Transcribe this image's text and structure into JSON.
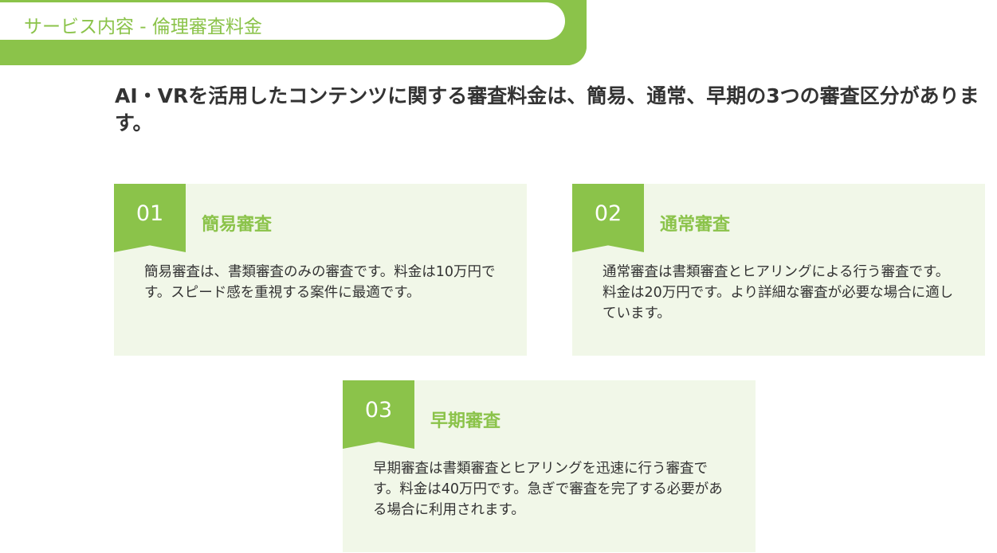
{
  "header": {
    "title": "サービス内容 - 倫理審査料金"
  },
  "lead": "AI・VRを活用したコンテンツに関する審査料金は、簡易、通常、早期の3つの審査区分があります。",
  "cards": [
    {
      "number": "01",
      "title": "簡易審査",
      "body": "簡易審査は、書類審査のみの審査です。料金は10万円です。スピード感を重視する案件に最適です。"
    },
    {
      "number": "02",
      "title": "通常審査",
      "body": "通常審査は書類審査とヒアリングによる行う審査です。料金は20万円です。より詳細な審査が必要な場合に適しています。"
    },
    {
      "number": "03",
      "title": "早期審査",
      "body": "早期審査は書類審査とヒアリングを迅速に行う審査です。料金は40万円です。急ぎで審査を完了する必要がある場合に利用されます。"
    }
  ],
  "colors": {
    "accent": "#8bc34a",
    "card_bg": "#f1f7e8"
  }
}
